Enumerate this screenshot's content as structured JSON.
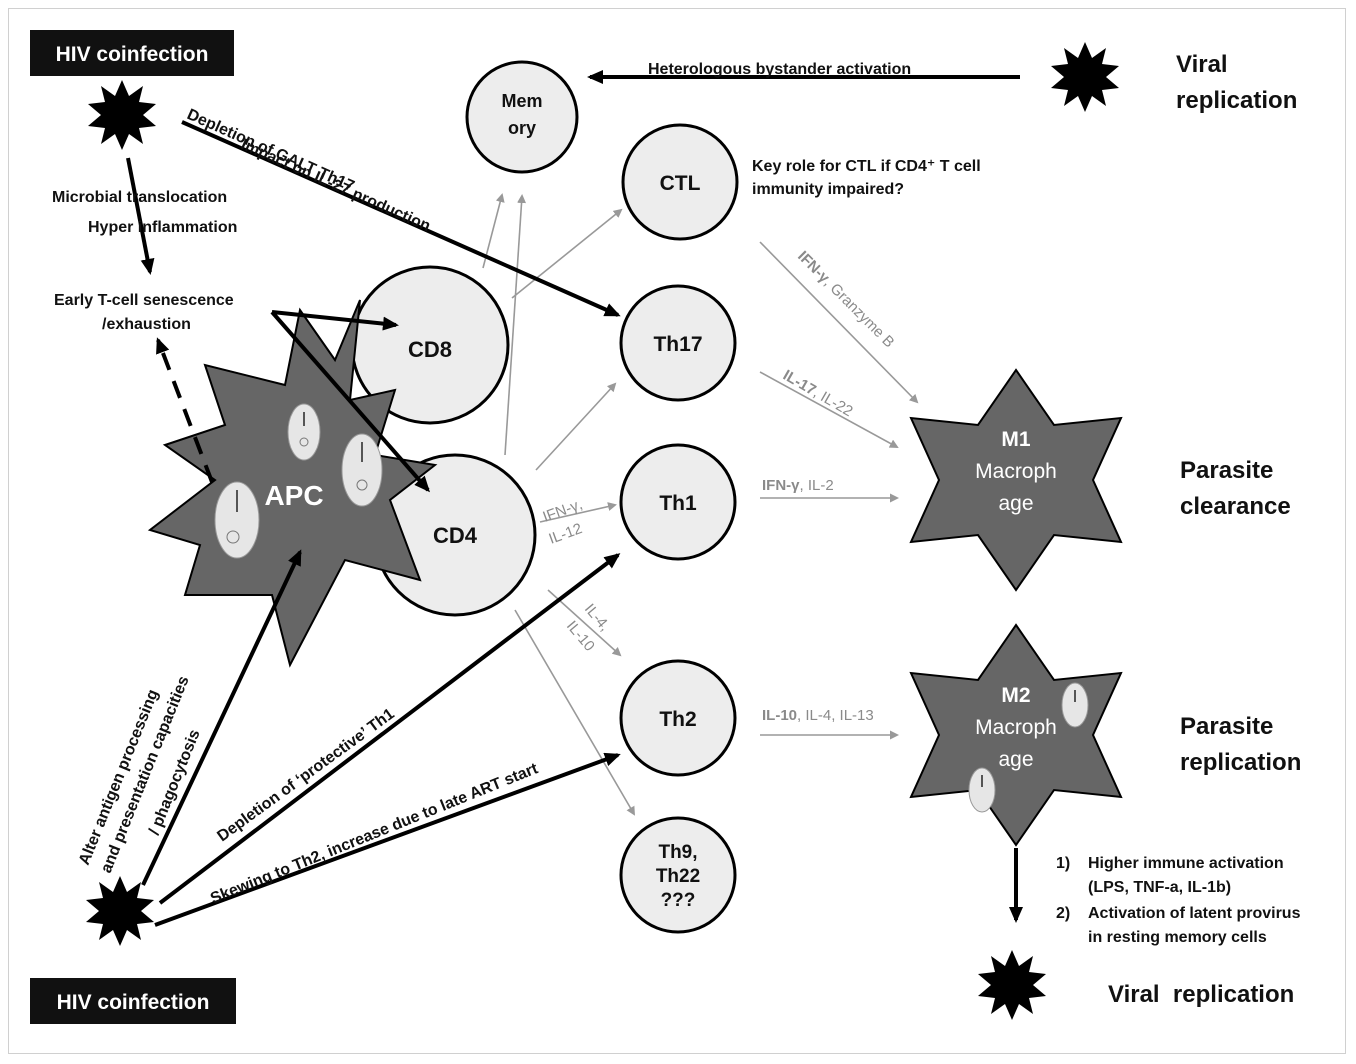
{
  "hiv_top": "HIV coinfection",
  "hiv_bottom": "HIV coinfection",
  "viral_replication_top": [
    "Viral",
    "replication"
  ],
  "viral_replication_bottom": "Viral  replication",
  "parasite_clearance": [
    "Parasite",
    "clearance"
  ],
  "parasite_replication": [
    "Parasite",
    "replication"
  ],
  "cells": {
    "memory": [
      "Mem",
      "ory"
    ],
    "ctl": "CTL",
    "th17": "Th17",
    "th1": "Th1",
    "th2": "Th2",
    "th9": [
      "Th9,",
      "Th22",
      "???"
    ],
    "cd8": "CD8",
    "cd4": "CD4",
    "apc": "APC",
    "m1": [
      "M1",
      "Macroph",
      "age"
    ],
    "m2": [
      "M2",
      "Macroph",
      "age"
    ]
  },
  "labels": {
    "heterologous": "Heterologous bystander activation",
    "key_role": [
      "Key role for CTL if CD4⁺ T cell",
      "immunity impaired?"
    ],
    "microbial": "Microbial translocation",
    "hyper": "Hyper inflammation",
    "early_senescence": [
      "Early T-cell senescence",
      "/exhaustion"
    ],
    "galt": "Depletion of GALT Th17",
    "il27": "Impact on IL-27 production",
    "alter_antigen": [
      "Alter antigen processing",
      "and presentation capacities",
      "/ phagocytosis"
    ],
    "depletion_th1": "Depletion of ‘protective’ Th1",
    "skewing": "Skewing to Th2, increase due to late ART start",
    "ifn_il12": [
      "IFN-γ,",
      "IL-12"
    ],
    "il4_il10": [
      "IL-4,",
      "IL-10"
    ],
    "ifn_granzyme_bold": "IFN-γ",
    "ifn_granzyme_rest": ", Granzyme B",
    "il17_bold": "IL-17",
    "il17_rest": ", IL-22",
    "ifn_il2_bold": "IFN-γ",
    "ifn_il2_rest": ", IL-2",
    "il10_bold": "IL-10",
    "il10_rest": ", IL-4, IL-13",
    "list_num_1": "1)",
    "list_num_2": "2)",
    "list_1": [
      "Higher immune activation",
      "(LPS, TNF-a, IL-1b)"
    ],
    "list_2": [
      "Activation of latent provirus",
      "in resting memory cells"
    ]
  }
}
